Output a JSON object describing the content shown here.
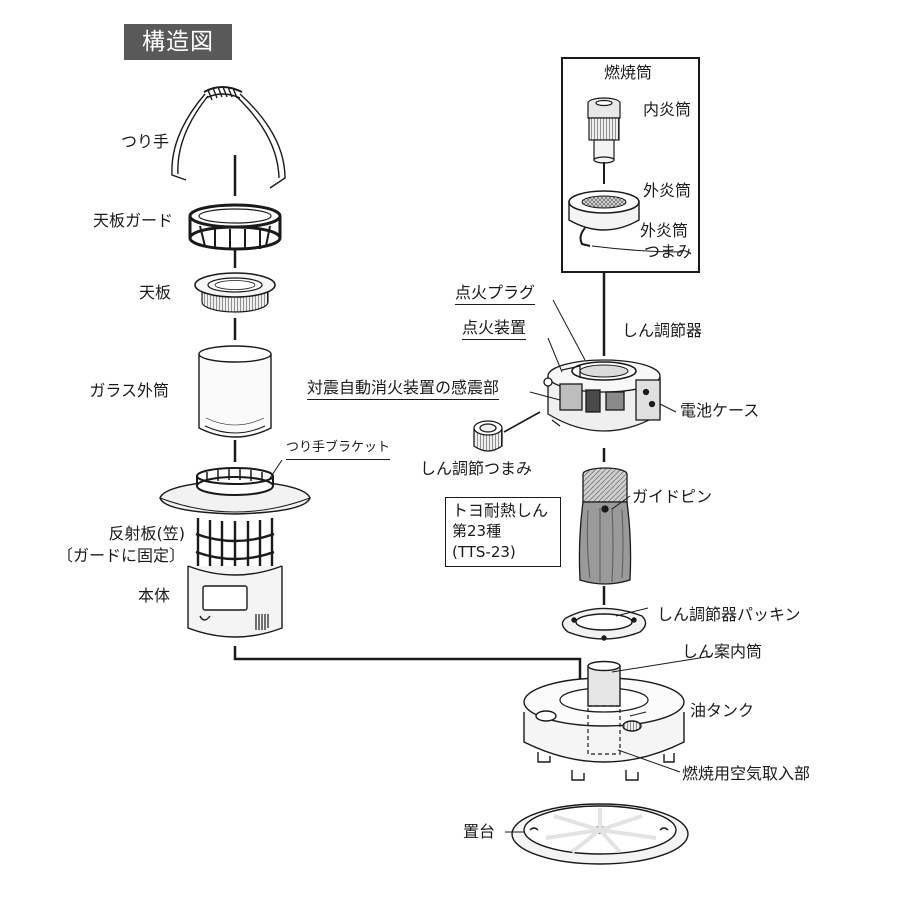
{
  "title": "構造図",
  "left_parts": {
    "handle": "つり手",
    "top_guard": "天板ガード",
    "top_plate": "天板",
    "glass": "ガラス外筒",
    "handle_bracket": "つり手ブラケット",
    "reflector_line1": "反射板(笠)",
    "reflector_line2": "〔ガードに固定〕",
    "body": "本体"
  },
  "burner": {
    "title": "燃焼筒",
    "inner": "内炎筒",
    "outer": "外炎筒",
    "outer_knob_line1": "外炎筒",
    "outer_knob_line2": "つまみ"
  },
  "right_parts": {
    "ignition_plug": "点火プラグ",
    "igniter": "点火装置",
    "wick_adjuster": "しん調節器",
    "quake_sensor": "対震自動消火装置の感震部",
    "battery_case": "電池ケース",
    "wick_knob": "しん調節つまみ",
    "guide_pin": "ガイドピン",
    "wick_line1": "トヨ耐熱しん",
    "wick_line2": "第23種",
    "wick_line3": "(TTS-23)",
    "packing": "しん調節器パッキン",
    "wick_guide": "しん案内筒",
    "tank": "油タンク",
    "air_intake": "燃焼用空気取入部",
    "stand": "置台"
  },
  "colors": {
    "line": "#1a1a1a",
    "title_bg": "#595959",
    "part_fill": "#f4f4f4",
    "part_shade": "#bdbdbd",
    "part_dark": "#4a4a4a"
  }
}
